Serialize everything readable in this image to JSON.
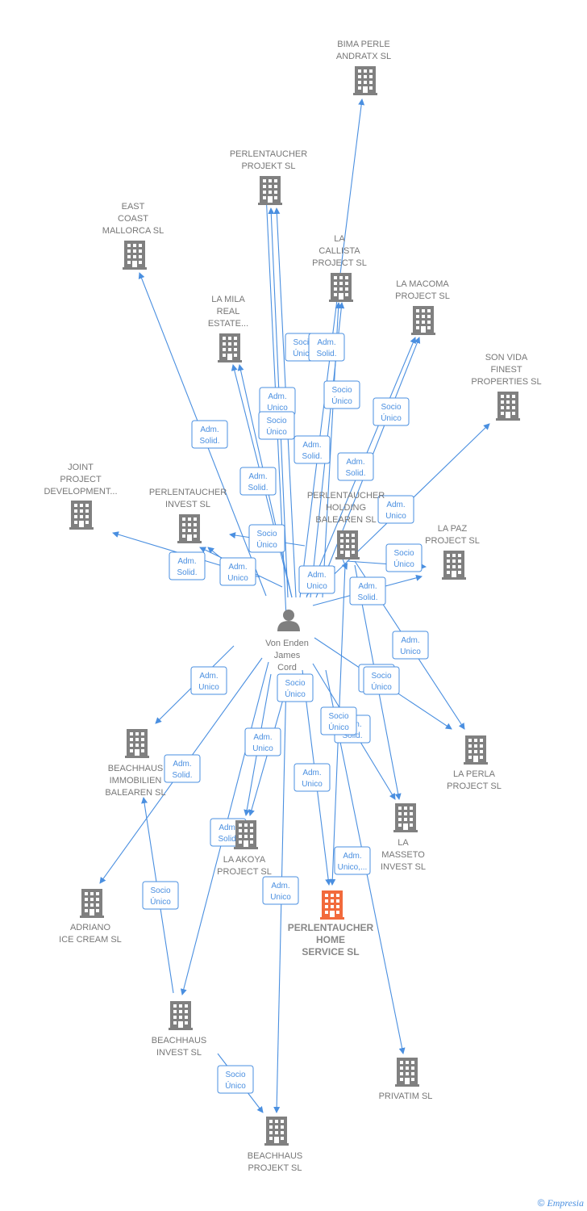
{
  "colors": {
    "edge": "#4a8fe0",
    "company": "#808080",
    "focus_company": "#f26a3c",
    "person": "#7f7f7f"
  },
  "center_person": {
    "name_lines": [
      "Von Enden",
      "James",
      "Cord"
    ],
    "icon": "person-icon"
  },
  "companies": [
    {
      "id": "bima",
      "lines": [
        "BIMA PERLE",
        "ANDRATX  SL"
      ],
      "icon": "building-icon"
    },
    {
      "id": "perl_projekt",
      "lines": [
        "PERLENTAUCHER",
        "PROJEKT  SL"
      ],
      "icon": "building-icon"
    },
    {
      "id": "east_coast",
      "lines": [
        "EAST",
        "COAST",
        "MALLORCA  SL"
      ],
      "icon": "building-icon"
    },
    {
      "id": "la_callista",
      "lines": [
        "LA",
        "CALLISTA",
        "PROJECT  SL"
      ],
      "icon": "building-icon"
    },
    {
      "id": "la_macoma",
      "lines": [
        "LA MACOMA",
        "PROJECT  SL"
      ],
      "icon": "building-icon"
    },
    {
      "id": "la_mila",
      "lines": [
        "LA MILA",
        "REAL",
        "ESTATE..."
      ],
      "icon": "building-icon"
    },
    {
      "id": "son_vida",
      "lines": [
        "SON VIDA",
        "FINEST",
        "PROPERTIES SL"
      ],
      "icon": "building-icon"
    },
    {
      "id": "joint",
      "lines": [
        "JOINT",
        "PROJECT",
        "DEVELOPMENT..."
      ],
      "icon": "building-icon"
    },
    {
      "id": "perl_invest",
      "lines": [
        "PERLENTAUCHER",
        "INVEST  SL"
      ],
      "icon": "building-icon"
    },
    {
      "id": "perl_holding",
      "lines": [
        "PERLENTAUCHER",
        "HOLDING",
        "BALEAREN  SL"
      ],
      "icon": "building-icon"
    },
    {
      "id": "la_paz",
      "lines": [
        "LA PAZ",
        "PROJECT  SL"
      ],
      "icon": "building-icon"
    },
    {
      "id": "beach_immo",
      "lines": [
        "BEACHHAUS",
        "IMMOBILIEN",
        "BALEAREN  SL"
      ],
      "icon": "building-icon"
    },
    {
      "id": "la_perla",
      "lines": [
        "LA PERLA",
        "PROJECT  SL"
      ],
      "icon": "building-icon"
    },
    {
      "id": "la_masseto",
      "lines": [
        "LA",
        "MASSETO",
        "INVEST  SL"
      ],
      "icon": "building-icon"
    },
    {
      "id": "la_akoya",
      "lines": [
        "LA AKOYA",
        "PROJECT  SL"
      ],
      "icon": "building-icon"
    },
    {
      "id": "adriano",
      "lines": [
        "ADRIANO",
        "ICE CREAM SL"
      ],
      "icon": "building-icon"
    },
    {
      "id": "perl_home",
      "lines": [
        "PERLENTAUCHER",
        "HOME",
        "SERVICE  SL"
      ],
      "icon": "building-icon",
      "focus": true
    },
    {
      "id": "beach_invest",
      "lines": [
        "BEACHHAUS",
        "INVEST  SL"
      ],
      "icon": "building-icon"
    },
    {
      "id": "privatim",
      "lines": [
        "PRIVATIM SL"
      ],
      "icon": "building-icon"
    },
    {
      "id": "beach_projekt",
      "lines": [
        "BEACHHAUS",
        "PROJEKT  SL"
      ],
      "icon": "building-icon"
    }
  ],
  "relation_labels": [
    [
      "Socio",
      "Único"
    ],
    [
      "Adm.",
      "Solid."
    ],
    [
      "Adm.",
      "Unico"
    ],
    [
      "Socio",
      "Único"
    ],
    [
      "Socio",
      "Único"
    ],
    [
      "Socio",
      "Único"
    ],
    [
      "Adm.",
      "Solid."
    ],
    [
      "Adm.",
      "Solid."
    ],
    [
      "Adm.",
      "Solid."
    ],
    [
      "Adm.",
      "Solid."
    ],
    [
      "Adm.",
      "Unico"
    ],
    [
      "Socio",
      "Único"
    ],
    [
      "Adm.",
      "Unico"
    ],
    [
      "Adm.",
      "Solid."
    ],
    [
      "Adm.",
      "Unico"
    ],
    [
      "Socio",
      "Único"
    ],
    [
      "Adm.",
      "Solid."
    ],
    [
      "Adm.",
      "Unico"
    ],
    [
      "Socio",
      "Único"
    ],
    [
      "Adm.",
      "Unico"
    ],
    [
      "Socio",
      "Único"
    ],
    [
      "Adm.",
      "Solid."
    ],
    [
      "Socio",
      "Único"
    ],
    [
      "Adm.",
      "Unico"
    ],
    [
      "Adm.",
      "Solid."
    ],
    [
      "Socio",
      "Único"
    ],
    [
      "Adm.",
      "Solid."
    ],
    [
      "Adm.",
      "Unico"
    ],
    [
      "Adm.",
      "Unico,..."
    ],
    [
      "Adm.",
      "Unico"
    ],
    [
      "Socio",
      "Único"
    ],
    [
      "Socio",
      "Único"
    ]
  ],
  "footer": {
    "copyright": "©",
    "brand": "Empresia"
  }
}
